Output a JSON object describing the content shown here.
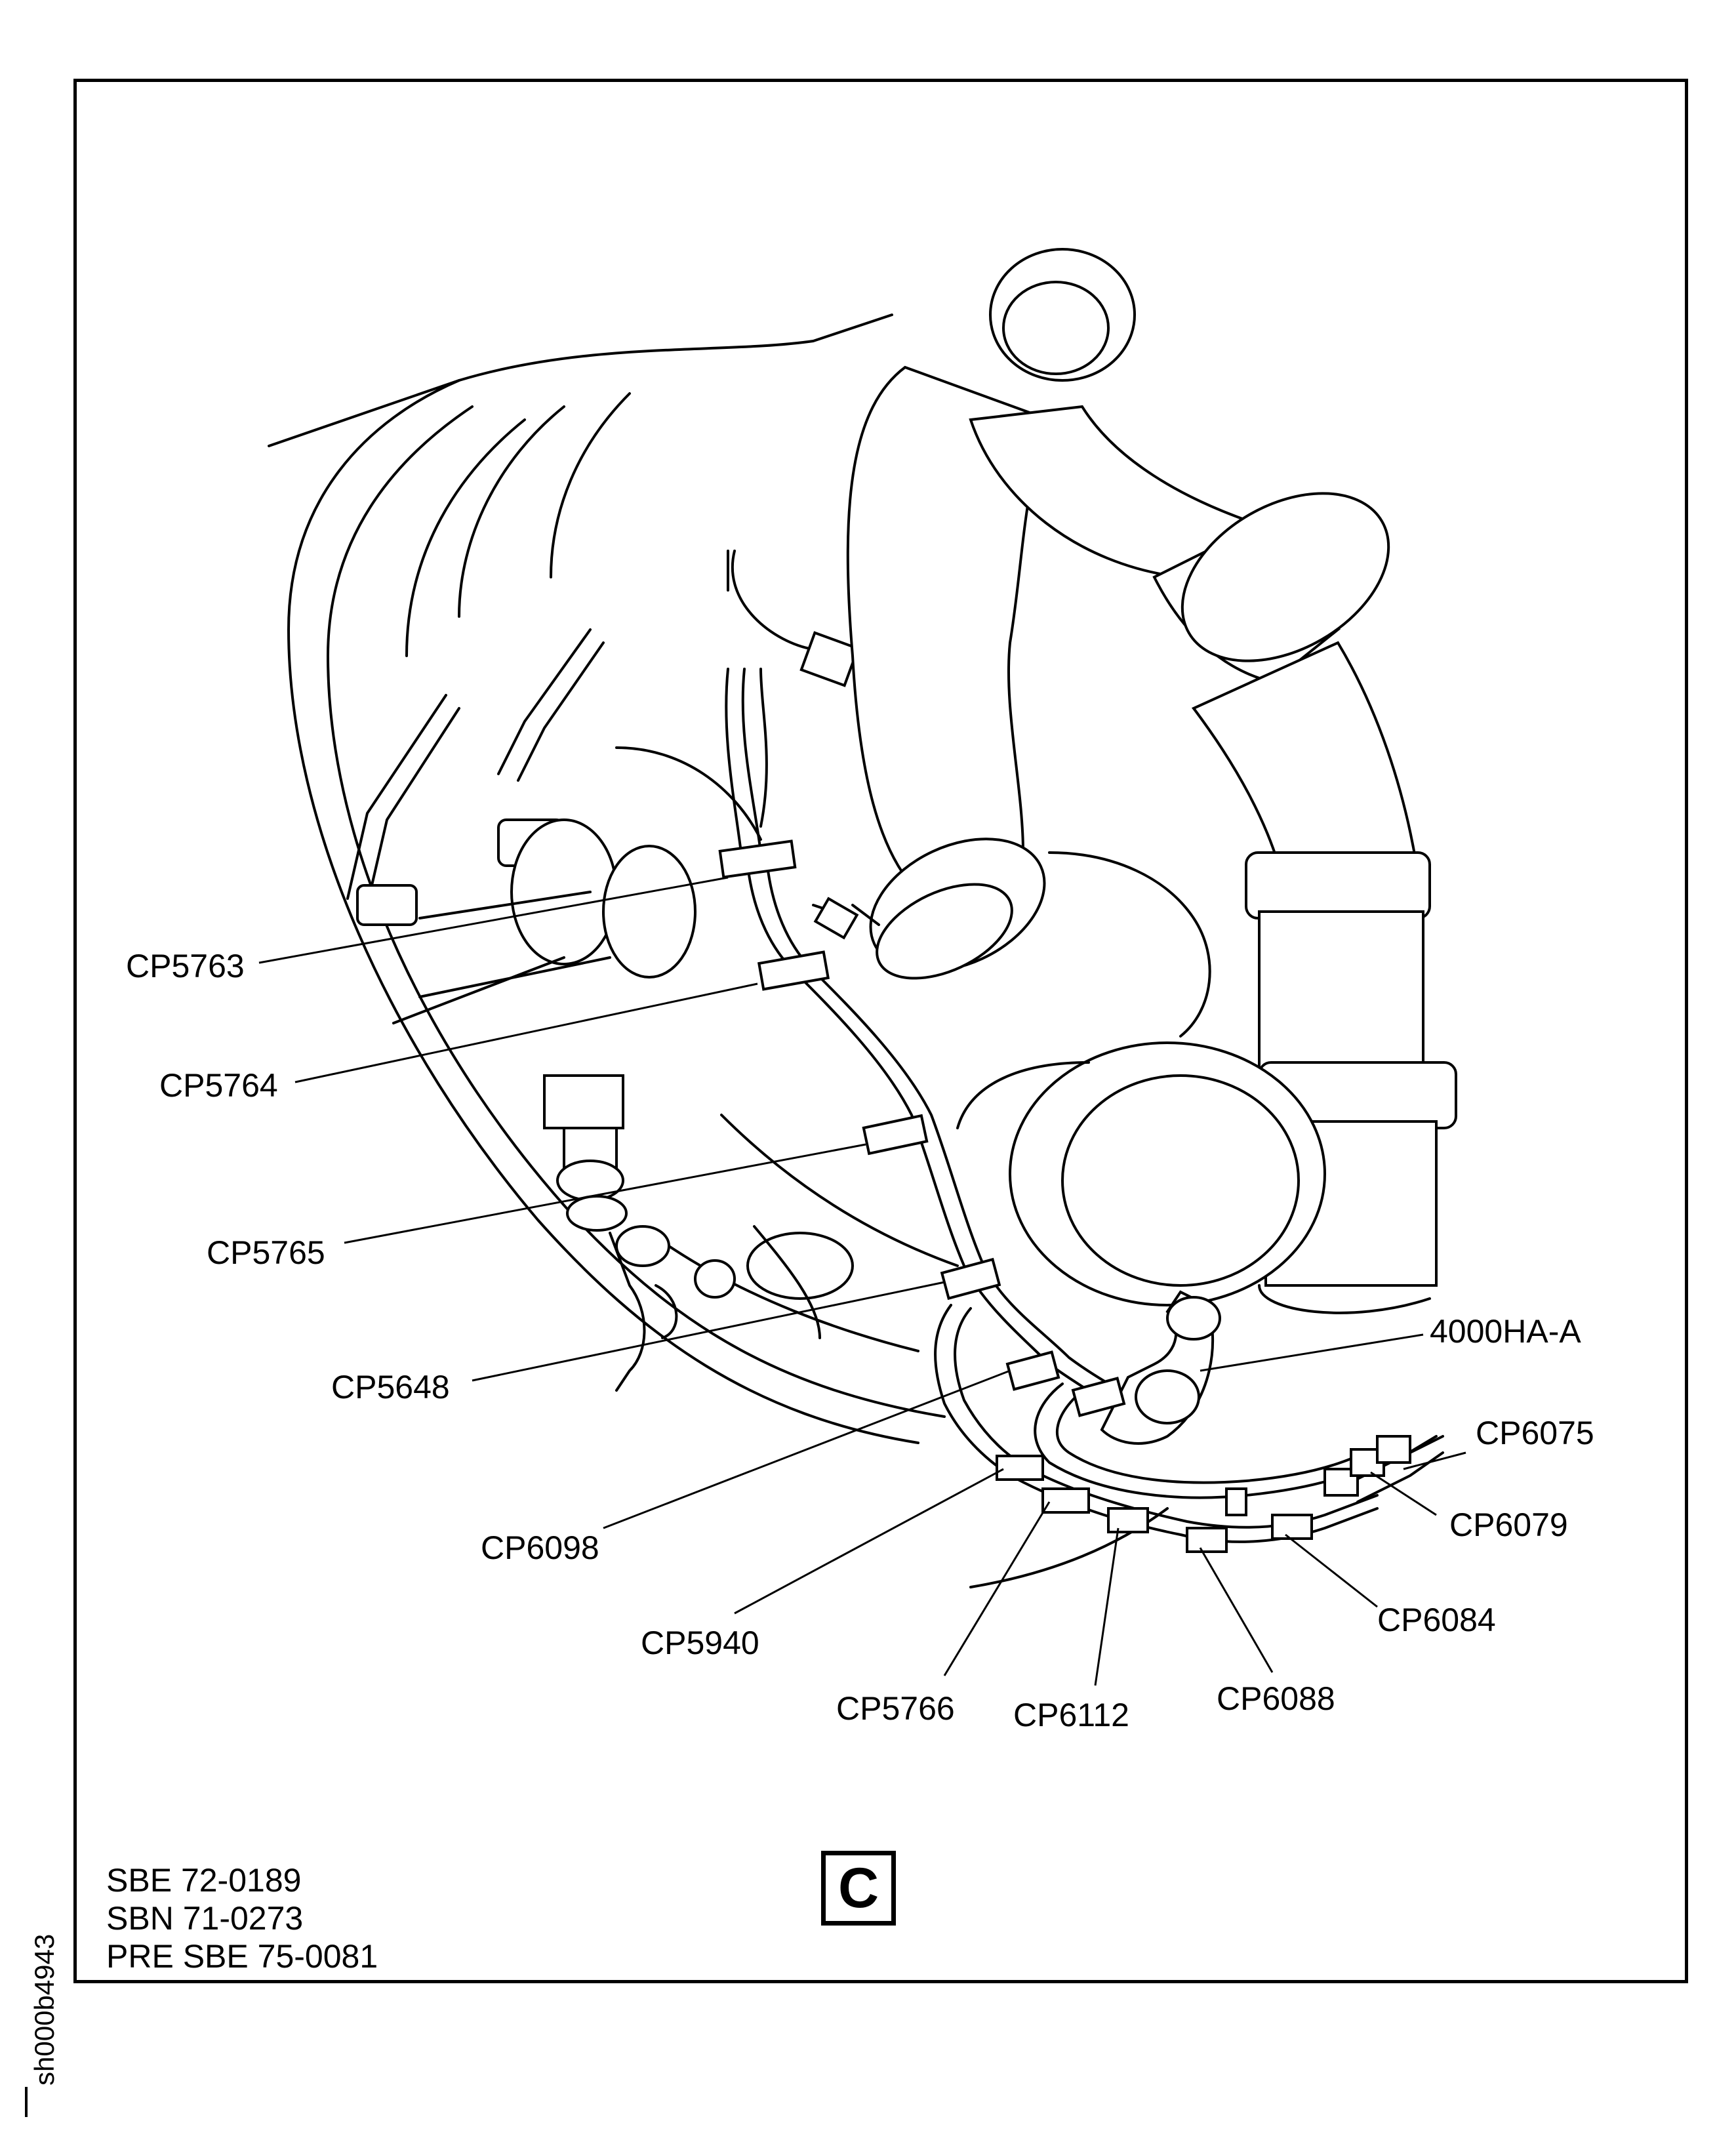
{
  "labels": {
    "cp5763": "CP5763",
    "cp5764": "CP5764",
    "cp5765": "CP5765",
    "cp5648": "CP5648",
    "cp6098": "CP6098",
    "cp5940": "CP5940",
    "cp5766": "CP5766",
    "cp6112": "CP6112",
    "cp6088": "CP6088",
    "cp6084": "CP6084",
    "cp6079": "CP6079",
    "cp6075": "CP6075",
    "ha4000": "4000HA-A"
  },
  "notes": [
    "SBE 72-0189",
    "SBN 71-0273",
    "PRE SBE 75-0081"
  ],
  "view_letter": "C",
  "figure_id": "sh000b4943"
}
